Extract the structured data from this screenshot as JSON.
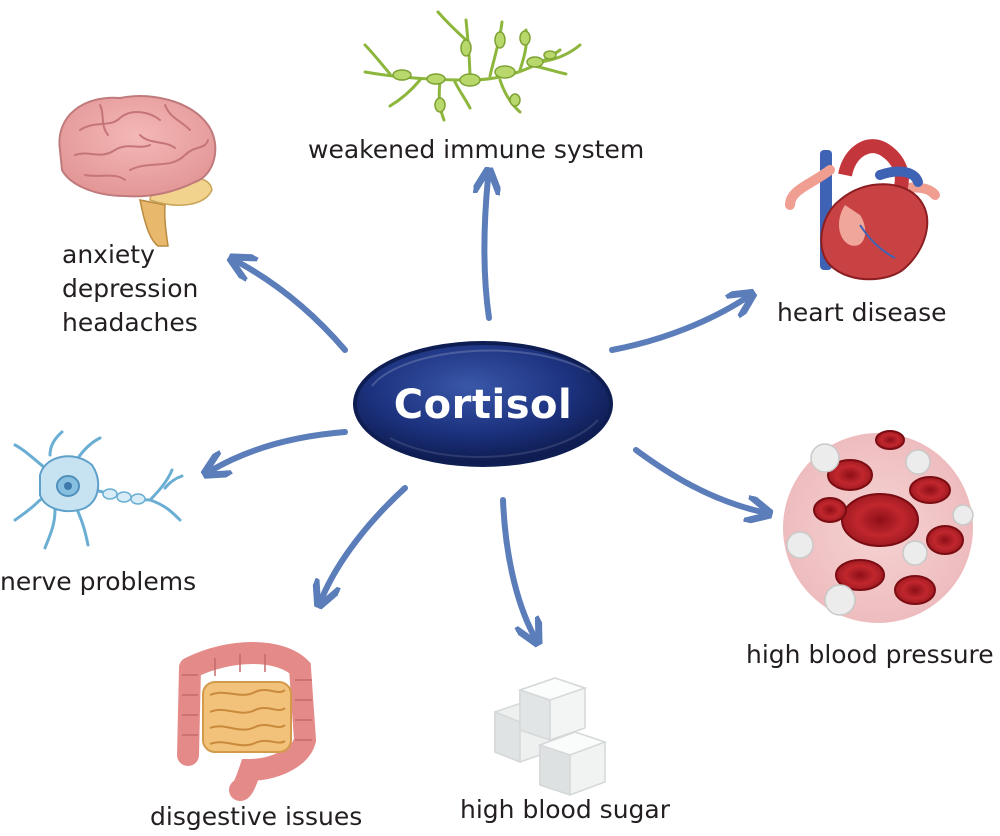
{
  "center": {
    "label": "Cortisol"
  },
  "effects": {
    "immune": "weakened immune system",
    "mental": [
      "anxiety",
      "depression",
      "headaches"
    ],
    "heart": "heart disease",
    "nerve": "nerve problems",
    "blood_pressure": "high blood pressure",
    "digestive": "disgestive issues",
    "sugar": "high blood sugar"
  },
  "colors": {
    "arrow": "#5b7dba",
    "ellipse_dark": "#0e1d52",
    "ellipse_mid": "#2b4596",
    "label_text": "#231f20"
  },
  "icons": [
    "immune-cell-icon",
    "brain-icon",
    "heart-icon",
    "neuron-icon",
    "blood-cells-icon",
    "intestine-icon",
    "sugar-cubes-icon"
  ]
}
